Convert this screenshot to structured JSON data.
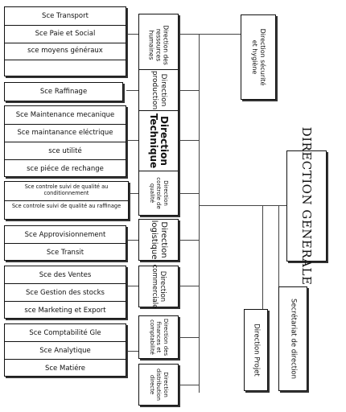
{
  "direction_generale": "DIRECTION GENERALE",
  "staff": {
    "securite": [
      "Direction sécurité",
      "et hygiène"
    ],
    "secretariat": "Secrétariat de direction",
    "projet": "Direction Projet"
  },
  "directions": [
    {
      "title": [
        "Direction des",
        "ressources",
        "humaines"
      ],
      "services": [
        "Sce Transport",
        "Sce Paie et Social",
        "sce moyens généraux",
        ""
      ]
    },
    {
      "title": [
        "Direction",
        "production"
      ],
      "services": [
        "Sce Raffinage"
      ]
    },
    {
      "title": [
        "Direction",
        "Technique"
      ],
      "services": [
        "Sce Maintenance mecanique",
        "Sce maintanance eléctrique",
        "sce utilité",
        "sce piéce de rechange"
      ]
    },
    {
      "title": [
        "Direction",
        "controle de",
        "qualité"
      ],
      "services": [
        "Sce controle suivi de qualité au conditionnement",
        "Sce controle suivi de qualité au raffinage"
      ]
    },
    {
      "title": [
        "Direction",
        "logistique"
      ],
      "services": [
        "Sce Approvisionnement",
        "Sce Transit"
      ]
    },
    {
      "title": [
        "Direction",
        "commerciale"
      ],
      "services": [
        "Sce des Ventes",
        "Sce Gestion des stocks",
        "sce Marketing et Export"
      ]
    },
    {
      "title": [
        "Direction des",
        "finances et",
        "comptabilité"
      ],
      "services": [
        "Sce Comptabilité Gle",
        "Sce Analytique",
        "Sce Matiére"
      ]
    },
    {
      "title": [
        "Direction",
        "distribution",
        "directe"
      ],
      "services": []
    }
  ]
}
